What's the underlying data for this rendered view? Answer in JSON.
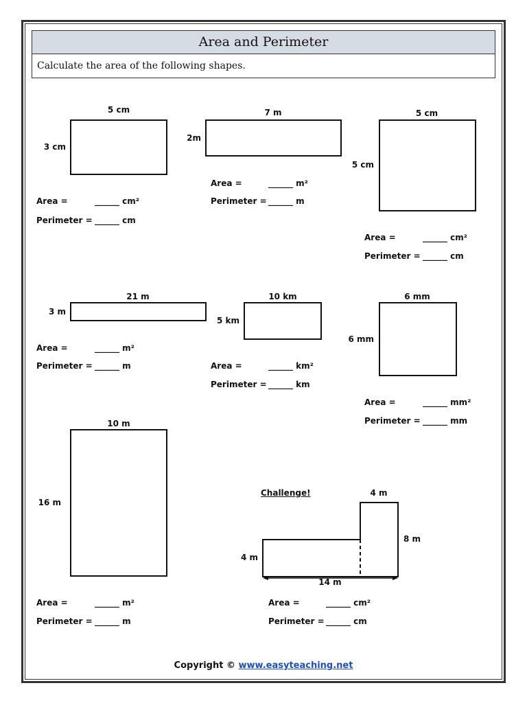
{
  "header": {
    "title": "Area and Perimeter",
    "instructions": "Calculate the area of the following shapes."
  },
  "shapes": [
    {
      "top_label": "5 cm",
      "side_label": "3 cm",
      "area_label": "Area =",
      "area_blank": "______ cm²",
      "perimeter_label": "Perimeter =",
      "perimeter_blank": "______ cm"
    },
    {
      "top_label": "7 m",
      "side_label": "2m",
      "area_label": "Area =",
      "area_blank": "______ m²",
      "perimeter_label": "Perimeter =",
      "perimeter_blank": "______ m"
    },
    {
      "top_label": "5 cm",
      "side_label": "5 cm",
      "area_label": "Area =",
      "area_blank": "______ cm²",
      "perimeter_label": "Perimeter =",
      "perimeter_blank": "______ cm"
    },
    {
      "top_label": "21 m",
      "side_label": "3 m",
      "area_label": "Area =",
      "area_blank": "______ m²",
      "perimeter_label": "Perimeter =",
      "perimeter_blank": "______ m"
    },
    {
      "top_label": "10 km",
      "side_label": "5 km",
      "area_label": "Area =",
      "area_blank": "______ km²",
      "perimeter_label": "Perimeter =",
      "perimeter_blank": "______ km"
    },
    {
      "top_label": "6 mm",
      "side_label": "6 mm",
      "area_label": "Area =",
      "area_blank": "______ mm²",
      "perimeter_label": "Perimeter =",
      "perimeter_blank": "______ mm"
    },
    {
      "top_label": "10 m",
      "side_label": "16 m",
      "area_label": "Area =",
      "area_blank": "______ m²",
      "perimeter_label": "Perimeter =",
      "perimeter_blank": "______ m"
    }
  ],
  "challenge": {
    "heading": "Challenge!",
    "top_label": "4 m",
    "right_label": "8 m",
    "left_label": "4 m",
    "bottom_label": "14 m",
    "area_label": "Area =",
    "area_blank": "______ cm²",
    "perimeter_label": "Perimeter =",
    "perimeter_blank": "______ cm"
  },
  "footer": {
    "prefix": "Copyright ©",
    "link_text": "www.easyteaching.net"
  }
}
